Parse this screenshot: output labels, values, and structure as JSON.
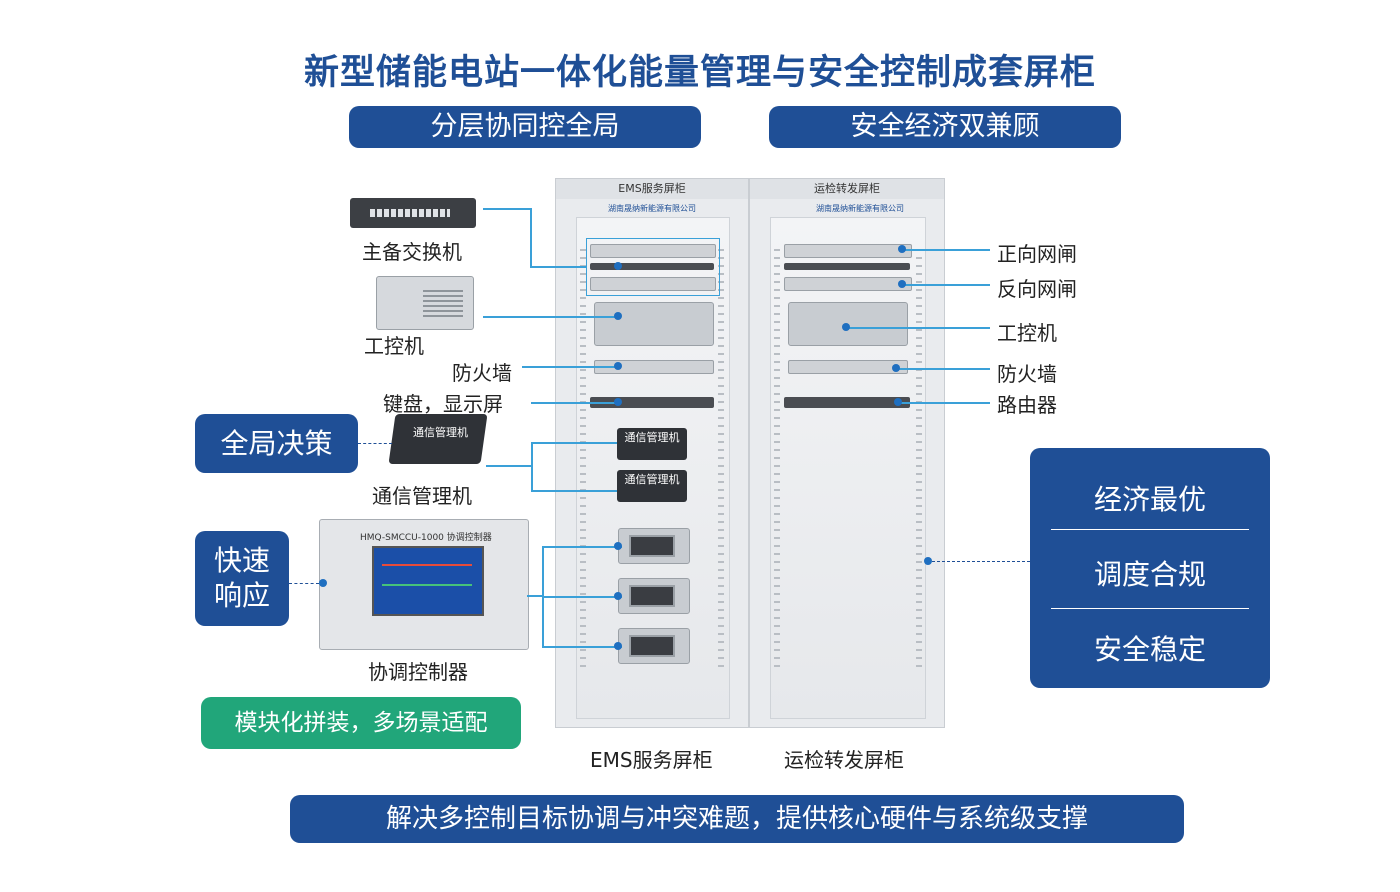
{
  "title": "新型储能电站一体化能量管理与安全控制成套屏柜",
  "pills": {
    "left": "分层协同控全局",
    "right": "安全经济双兼顾"
  },
  "cabinets": {
    "left_head": "EMS服务屏柜",
    "right_head": "运检转发屏柜",
    "left_label": "EMS服务屏柜",
    "right_label": "运检转发屏柜",
    "comm_device_label": "通信管理机",
    "comm_device_label2": "通信管理机",
    "company_logo": "湖南晟纳新能源有限公司"
  },
  "left_labels": {
    "switch": "主备交换机",
    "ipc": "工控机",
    "firewall": "防火墙",
    "kbd": "键盘，显示屏",
    "comm": "通信管理机",
    "coord": "协调控制器"
  },
  "right_labels": {
    "fwd_gate": "正向网闸",
    "rev_gate": "反向网闸",
    "ipc": "工控机",
    "firewall": "防火墙",
    "router": "路由器"
  },
  "tags": {
    "decision": "全局决策",
    "response_line1": "快速",
    "response_line2": "响应",
    "modular": "模块化拼装，多场景适配"
  },
  "coord_device": {
    "model": "HMQ-SMCCU-1000  协调控制器",
    "comm_box_text": "通信管理机"
  },
  "benefits": [
    "经济最优",
    "调度合规",
    "安全稳定"
  ],
  "footer": "解决多控制目标协调与冲突难题，提供核心硬件与系统级支撑",
  "colors": {
    "primary_blue": "#1f4f96",
    "green": "#21a67a",
    "line_blue": "#3aa0d8"
  }
}
